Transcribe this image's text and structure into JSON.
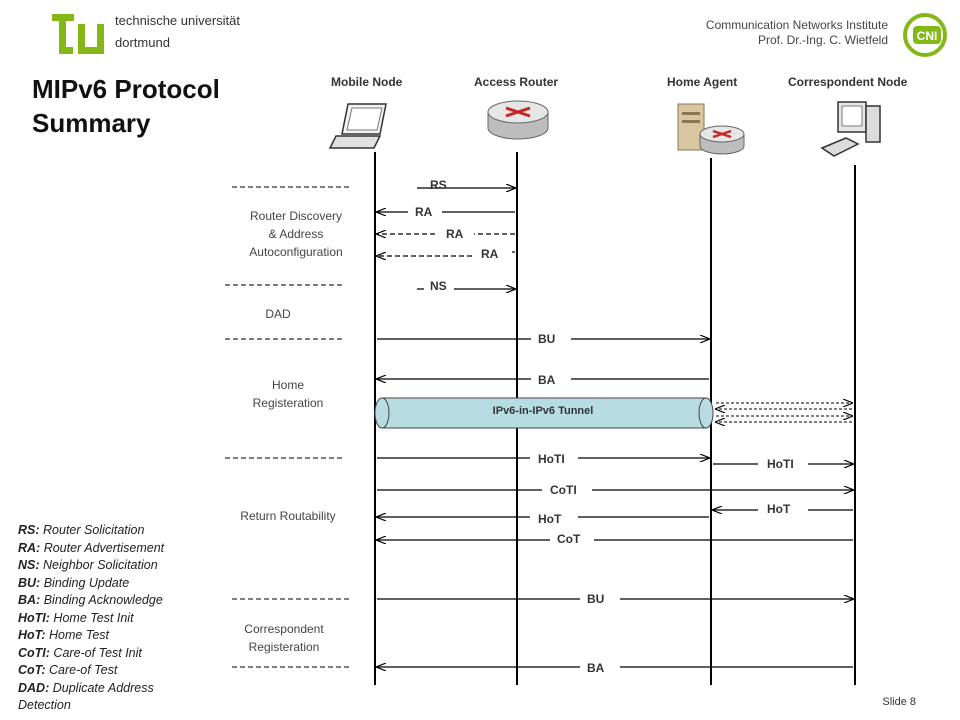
{
  "header": {
    "university_line1": "technische universität",
    "university_line2": "dortmund",
    "institute_line1": "Communication Networks Institute",
    "institute_line2": "Prof. Dr.-Ing. C. Wietfeld",
    "cni_logo_text": "CNI"
  },
  "title_line1": "MIPv6 Protocol",
  "title_line2": "Summary",
  "nodes": [
    "Mobile Node",
    "Access Router",
    "Home Agent",
    "Correspondent Node"
  ],
  "messages": {
    "rs": "RS",
    "ra1": "RA",
    "ra2": "RA",
    "ra3": "RA",
    "ns": "NS",
    "bu1": "BU",
    "ba1": "BA",
    "tunnel": "IPv6-in-IPv6 Tunnel",
    "hoti1": "HoTI",
    "hoti2": "HoTI",
    "coti": "CoTI",
    "hot1": "HoT",
    "hot2": "HoT",
    "cot": "CoT",
    "bu2": "BU",
    "ba2": "BA"
  },
  "phases": {
    "router_discovery": [
      "Router Discovery",
      "& Address",
      "Autoconfiguration"
    ],
    "dad": "DAD",
    "home_registration": [
      "Home",
      "Registeration"
    ],
    "return_routability": "Return Routability",
    "correspondent_registration": [
      "Correspondent",
      "Registeration"
    ]
  },
  "legend": [
    {
      "abbr": "RS:",
      "text": "Router Solicitation"
    },
    {
      "abbr": "RA:",
      "text": "Router Advertisement"
    },
    {
      "abbr": "NS:",
      "text": "Neighbor Solicitation"
    },
    {
      "abbr": "BU:",
      "text": "Binding Update"
    },
    {
      "abbr": "BA:",
      "text": "Binding Acknowledge"
    },
    {
      "abbr": "HoTI:",
      "text": "Home Test Init"
    },
    {
      "abbr": "HoT:",
      "text": "Home Test"
    },
    {
      "abbr": "CoTI:",
      "text": "Care-of Test Init"
    },
    {
      "abbr": "CoT:",
      "text": "Care-of Test"
    },
    {
      "abbr": "DAD:",
      "text": "Duplicate Address Detection"
    }
  ],
  "slide_number": "Slide 8",
  "colors": {
    "tu_green": "#84b819",
    "tunnel_fill": "#b7dde3",
    "line": "#000000"
  }
}
